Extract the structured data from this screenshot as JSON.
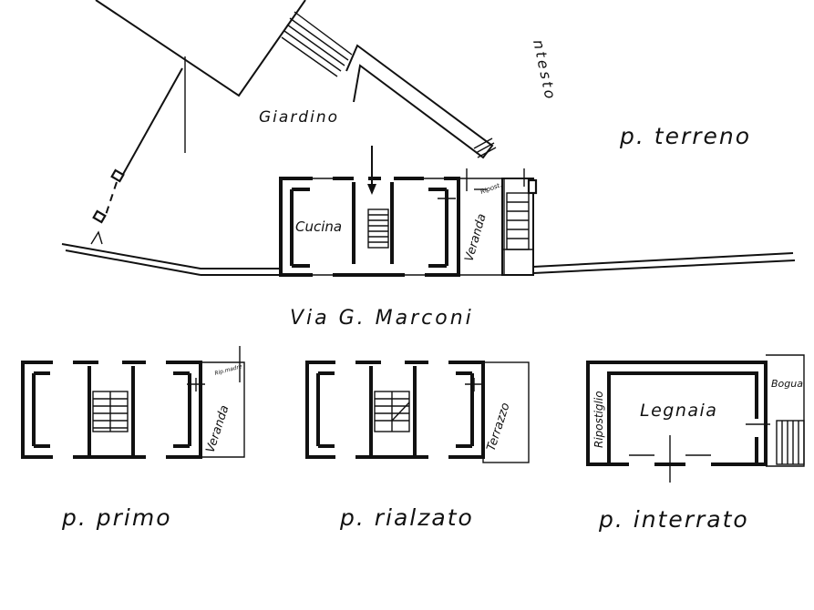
{
  "labels": {
    "giardino": "Giardino",
    "contesto": "ntesto",
    "p_terreno": "p. terreno",
    "cucina": "Cucina",
    "veranda_terreno": "Veranda",
    "via": "Via G. Marconi",
    "veranda_primo": "Veranda",
    "terrazzo": "Terrazzo",
    "ripostiglio": "Ripostiglio",
    "legnaia": "Legnaia",
    "bogua": "Bogua",
    "p_primo": "p. primo",
    "p_rialzato": "p. rialzato",
    "p_interrato": "p. interrato",
    "small_note_primo": "Rip.madre",
    "small_note_terreno": "Ripost."
  },
  "colors": {
    "ink": "#111111",
    "paper": "#ffffff"
  }
}
